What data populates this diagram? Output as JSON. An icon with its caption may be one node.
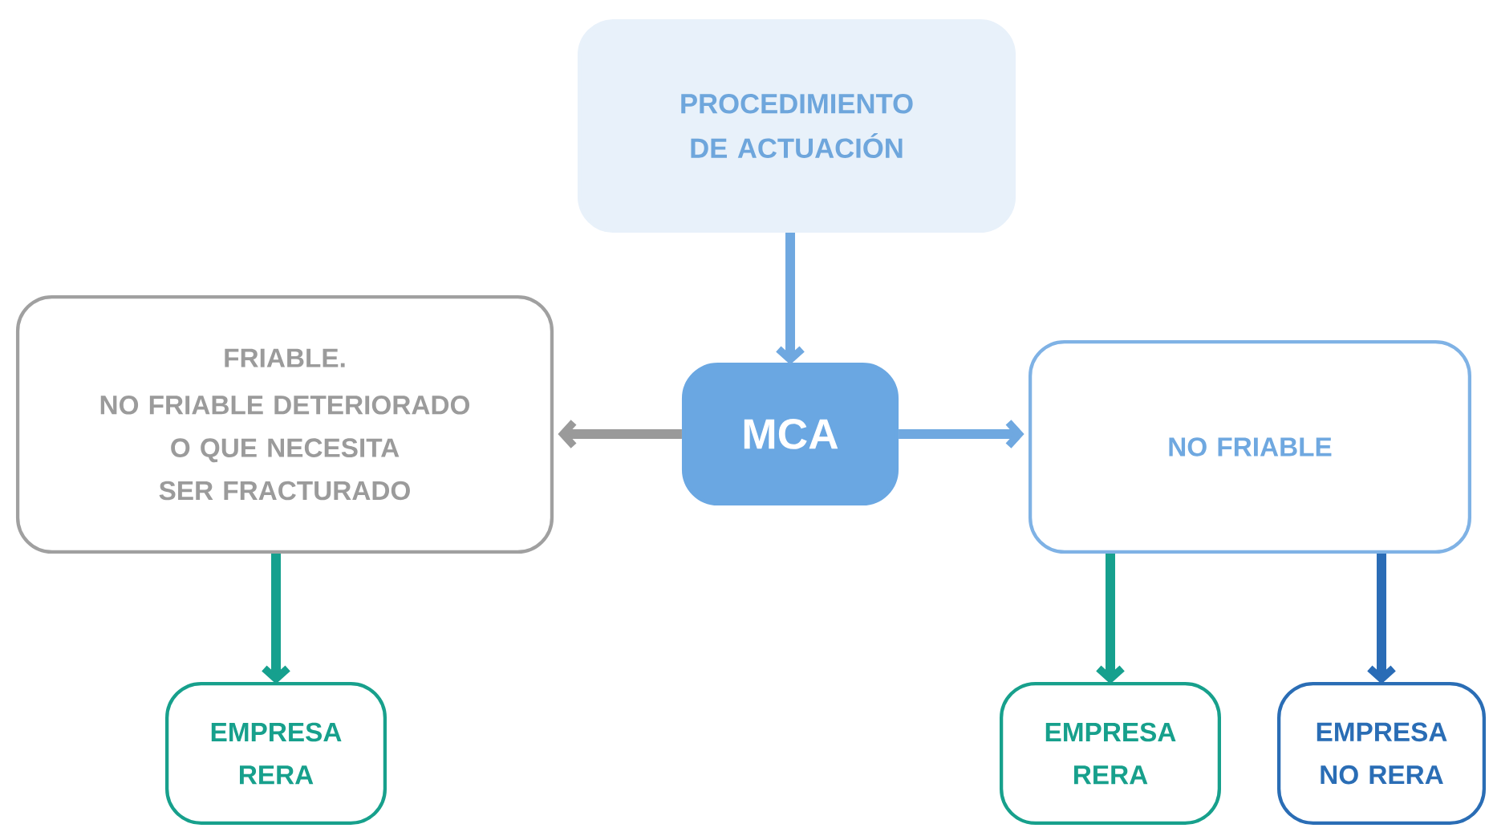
{
  "diagram": {
    "nodes": [
      {
        "text": [
          "PROCEDIMIENTO DE ACTUACIÓN"
        ]
      },
      {
        "text": [
          "FRIABLE.",
          "NO FRIABLE DETERIORADO O QUE NECESITA SER FRACTURADO"
        ]
      },
      {
        "text": [
          "MCA"
        ]
      },
      {
        "text": [
          "NO FRIABLE"
        ]
      },
      {
        "text": [
          "EMPRESA RERA"
        ]
      },
      {
        "text": [
          "EMPRESA RERA"
        ]
      },
      {
        "text": [
          "EMPRESA NO RERA"
        ]
      }
    ],
    "edges": [
      {
        "from": 0,
        "to": 2,
        "arrow": "to",
        "color": "#6fa8e0"
      },
      {
        "from": 2,
        "to": 1,
        "arrow": "to",
        "color": "#9a9a9a"
      },
      {
        "from": 2,
        "to": 3,
        "arrow": "to",
        "color": "#6fa8e0"
      },
      {
        "from": 1,
        "to": 4,
        "arrow": "to",
        "color": "#16a08e"
      },
      {
        "from": 3,
        "to": 5,
        "arrow": "to",
        "color": "#16a08e"
      },
      {
        "from": 3,
        "to": 6,
        "arrow": "to",
        "color": "#2a6cb6"
      }
    ]
  }
}
